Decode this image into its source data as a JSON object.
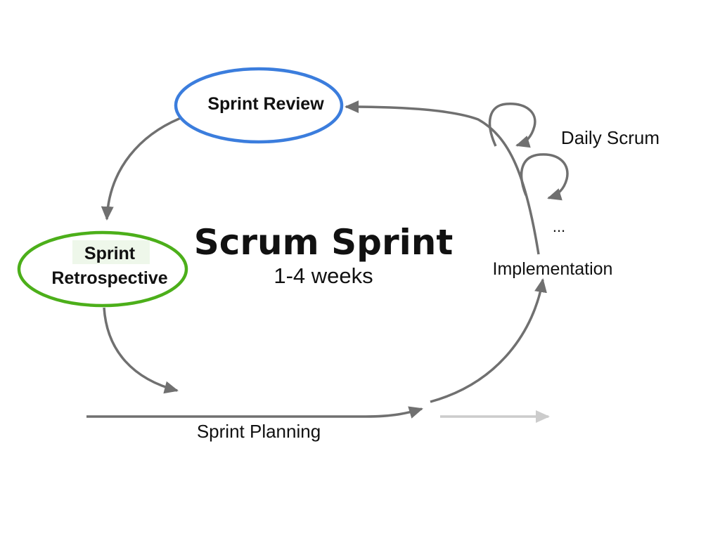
{
  "diagram": {
    "title": "Scrum Sprint",
    "subtitle": "1-4 weeks",
    "nodes": {
      "review": {
        "label": "Sprint Review",
        "color": "#3b7ddd"
      },
      "retro": {
        "label_line1": "Sprint",
        "label_line2": "Retrospective",
        "color": "#4caf1a"
      }
    },
    "labels": {
      "planning": "Sprint Planning",
      "implementation": "Implementation",
      "daily_scrum": "Daily Scrum",
      "ellipsis": "..."
    },
    "colors": {
      "arrow": "#707070",
      "faded_arrow": "#cccccc",
      "text": "#111111",
      "retro_highlight": "#eef7ea"
    }
  }
}
